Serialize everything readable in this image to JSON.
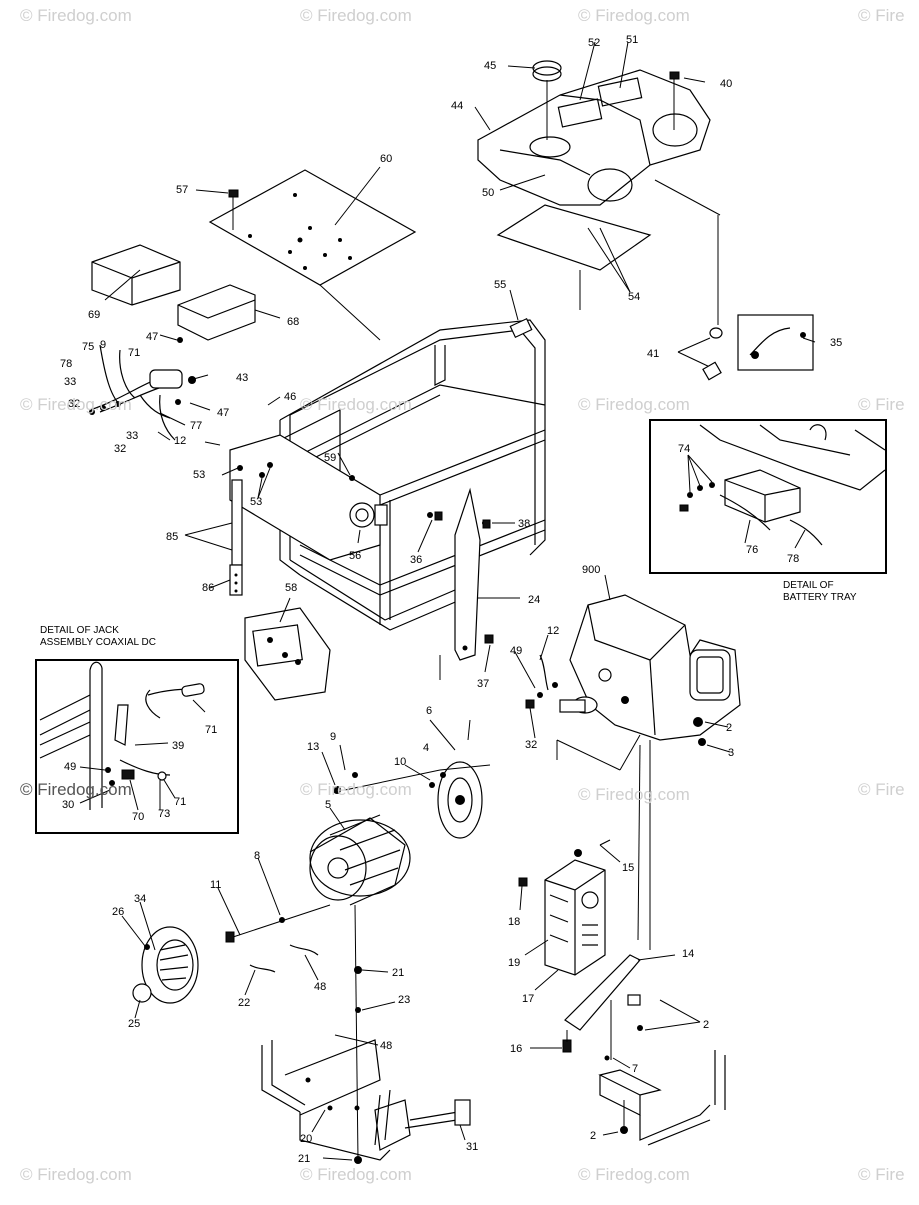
{
  "watermark": {
    "text": "© Firedog.com",
    "text_short": "© Fire"
  },
  "details": {
    "jack_title": "DETAIL OF JACK\nASSEMBLY COAXIAL DC",
    "battery_title": "DETAIL OF\nBATTERY TRAY"
  },
  "callouts": [
    "2",
    "2",
    "2",
    "2",
    "3",
    "4",
    "5",
    "6",
    "7",
    "8",
    "9",
    "10",
    "11",
    "12",
    "12",
    "13",
    "14",
    "15",
    "16",
    "17",
    "18",
    "19",
    "20",
    "21",
    "21",
    "22",
    "23",
    "24",
    "25",
    "26",
    "30",
    "31",
    "32",
    "32",
    "32",
    "33",
    "33",
    "34",
    "35",
    "36",
    "37",
    "38",
    "39",
    "40",
    "41",
    "43",
    "44",
    "45",
    "46",
    "47",
    "47",
    "48",
    "48",
    "49",
    "49",
    "50",
    "51",
    "52",
    "53",
    "53",
    "54",
    "55",
    "56",
    "57",
    "58",
    "59",
    "60",
    "68",
    "69",
    "70",
    "71",
    "71",
    "71",
    "73",
    "74",
    "75",
    "76",
    "77",
    "78",
    "78",
    "85",
    "86",
    "900"
  ]
}
